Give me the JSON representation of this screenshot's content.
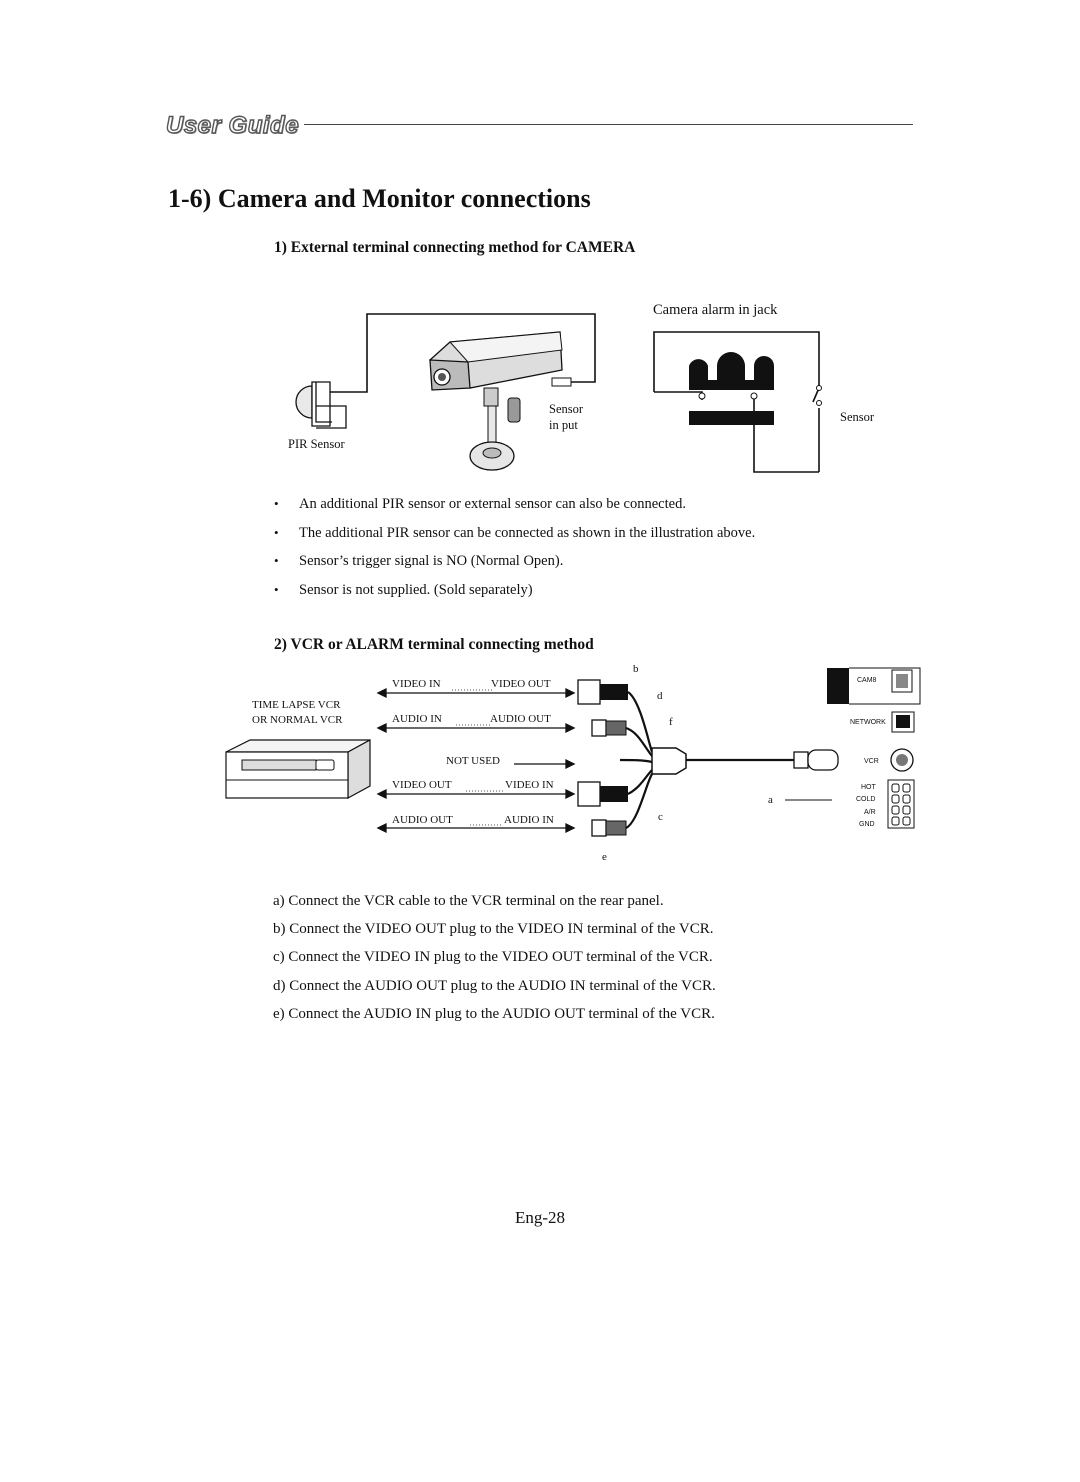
{
  "header": {
    "logo_text": "User Guide"
  },
  "section_title": "1-6)  Camera and Monitor connections",
  "subsection1": {
    "title": "1) External terminal connecting method for CAMERA",
    "labels": {
      "camera_alarm_jack": "Camera alarm in jack",
      "sensor_input_line1": "Sensor",
      "sensor_input_line2": "in put",
      "pir_sensor": "PIR Sensor",
      "sensor": "Sensor"
    }
  },
  "bullets": [
    "An additional PIR sensor or external sensor can also be connected.",
    "The additional PIR sensor can be connected as shown in the illustration  above.",
    "Sensor’s trigger signal is NO (Normal Open).",
    "Sensor is not supplied. (Sold separately)"
  ],
  "subsection2": {
    "title": "2) VCR or ALARM terminal connecting method",
    "vcr_label_line1": "TIME LAPSE VCR",
    "vcr_label_line2": "OR NORMAL VCR",
    "rows": [
      {
        "left": "VIDEO IN",
        "right": "VIDEO OUT"
      },
      {
        "left": "AUDIO IN",
        "right": "AUDIO OUT"
      },
      {
        "left": "",
        "right": "NOT USED"
      },
      {
        "left": "VIDEO OUT",
        "right": "VIDEO IN"
      },
      {
        "left": "AUDIO OUT",
        "right": "AUDIO IN"
      }
    ],
    "letters": {
      "a": "a",
      "b": "b",
      "c": "c",
      "d": "d",
      "e": "e",
      "f": "f"
    },
    "panel": {
      "cam8": "CAM8",
      "network": "NETWORK",
      "vcr": "VCR",
      "hot": "HOT",
      "cold": "COLD",
      "ar": "A/R",
      "gnd": "GND"
    }
  },
  "steps": [
    "a) Connect the VCR cable to the VCR terminal on the rear panel.",
    "b) Connect the VIDEO OUT plug to the VIDEO IN terminal of the VCR.",
    "c) Connect the VIDEO IN plug to the VIDEO OUT terminal of the VCR.",
    "d) Connect the AUDIO OUT plug to the AUDIO IN terminal of the VCR.",
    "e) Connect the AUDIO IN plug to the AUDIO OUT terminal of the VCR."
  ],
  "page_number": "Eng-28"
}
